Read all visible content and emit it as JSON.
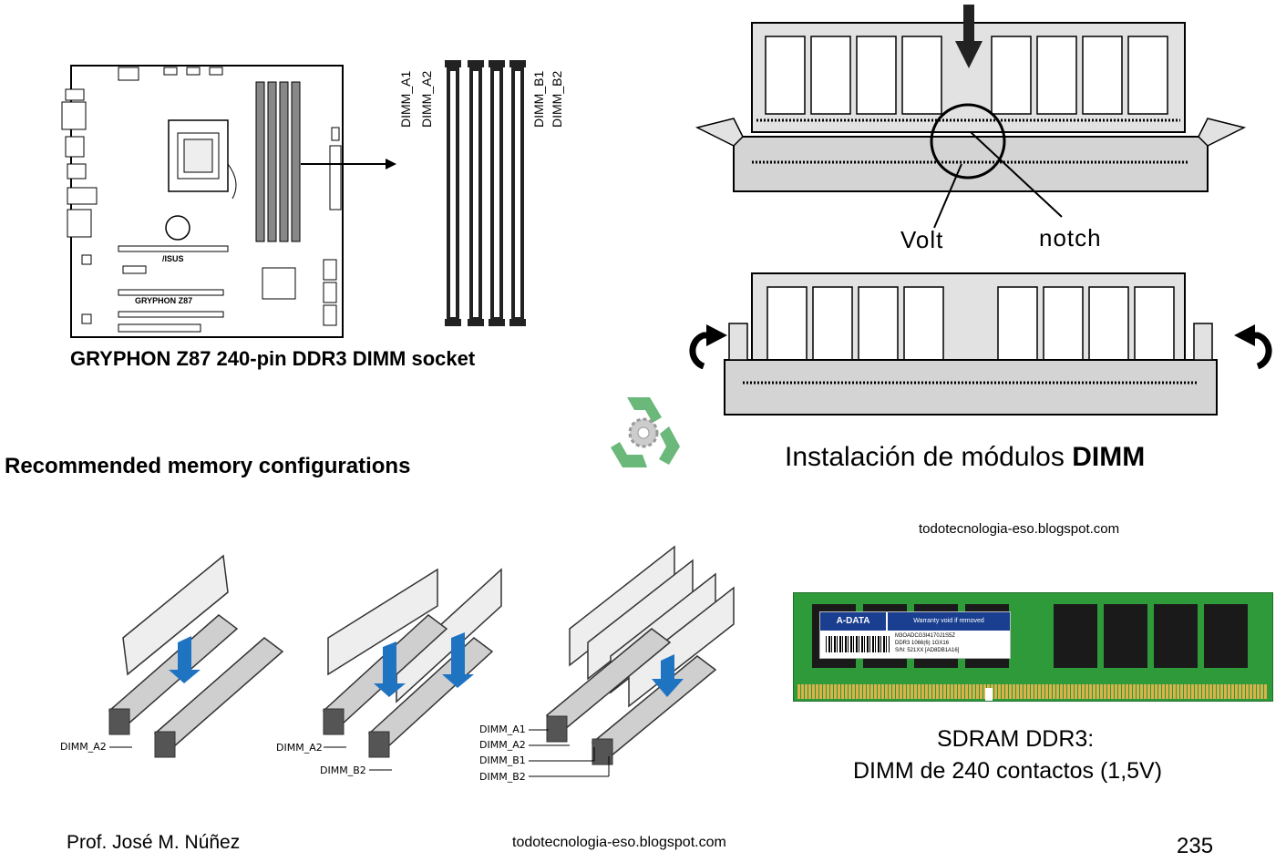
{
  "motherboard": {
    "caption": "GRYPHON Z87 240-pin DDR3 DIMM socket",
    "board_logo": "/ISUS",
    "board_label": "GRYPHON Z87",
    "slots": [
      {
        "label": "DIMM_A1"
      },
      {
        "label": "DIMM_A2"
      },
      {
        "label": "DIMM_B1"
      },
      {
        "label": "DIMM_B2"
      }
    ]
  },
  "installation": {
    "title_prefix": "Instalación de módulos ",
    "title_bold": "DIMM",
    "labels": {
      "volt": "Volt",
      "notch": "notch"
    }
  },
  "recycle_icon": {
    "name": "recycle-gear-icon",
    "color": "#6ab87a"
  },
  "recommended": {
    "heading": "Recommended memory configurations",
    "configs": [
      {
        "labels": [
          "DIMM_A2"
        ]
      },
      {
        "labels": [
          "DIMM_A2",
          "DIMM_B2"
        ]
      },
      {
        "labels": [
          "DIMM_A1",
          "DIMM_A2",
          "DIMM_B1",
          "DIMM_B2"
        ]
      }
    ]
  },
  "sdram": {
    "url": "todotecnologia-eso.blogspot.com",
    "brand": "A-DATA",
    "sticker_text": "Warranty void if removed",
    "sticker_lines": [
      "M3OADCG3I4170J1S5Z",
      "DDR3 1066(6) 1GX16",
      "S/N: 521XX [AD8DB1A16]"
    ],
    "caption_line1": "SDRAM DDR3:",
    "caption_line2": "DIMM de 240 contactos (1,5V)"
  },
  "footer": {
    "author": "Prof. José M. Núñez",
    "site": "todotecnologia-eso.blogspot.com",
    "page_number": "235"
  },
  "colors": {
    "pcb_green": "#2f9a3a",
    "chip_black": "#1a1a1a",
    "arrow_blue": "#1f74c2",
    "slot_gray": "#d4d4d4"
  }
}
